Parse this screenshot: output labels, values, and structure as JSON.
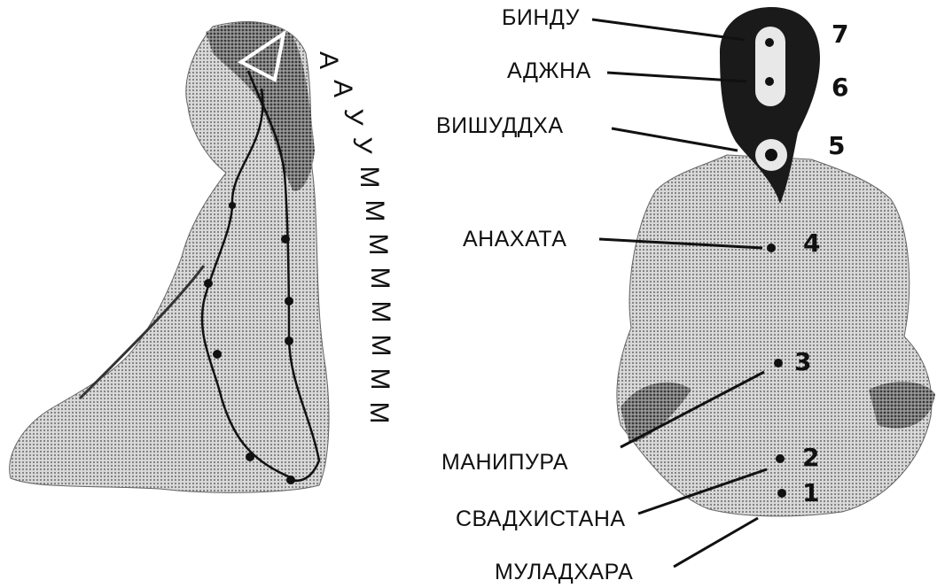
{
  "colors": {
    "ink": "#111111",
    "skin": "#bdbdbd",
    "hair": "#1a1a1a",
    "paper": "#ffffff"
  },
  "chant": [
    "А",
    "А",
    "У",
    "У",
    "М",
    "М",
    "М",
    "М",
    "М",
    "М",
    "М",
    "М"
  ],
  "chakras": [
    {
      "name": "БИНДУ",
      "number": "7"
    },
    {
      "name": "АДЖНА",
      "number": "6"
    },
    {
      "name": "ВИШУДДХА",
      "number": "5"
    },
    {
      "name": "АНАХАТА",
      "number": "4"
    },
    {
      "name": "МАНИПУРА",
      "number": "3"
    },
    {
      "name": "СВАДХИСТАНА",
      "number": "2"
    },
    {
      "name": "МУЛАДХАРА",
      "number": "1"
    }
  ]
}
